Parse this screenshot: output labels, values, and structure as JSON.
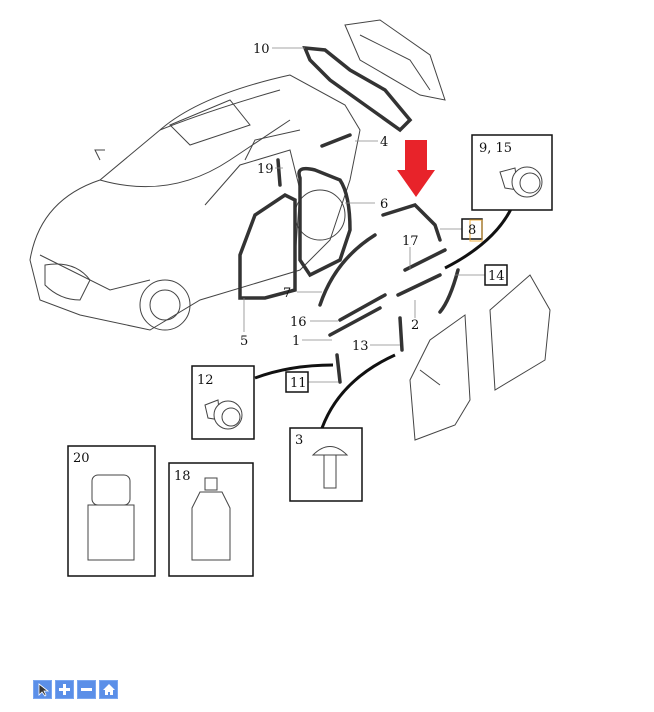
{
  "diagram": {
    "part_labels": {
      "p10": "10",
      "p4": "4",
      "p19": "19",
      "p6": "6",
      "p9_15": "9, 15",
      "p8": "8",
      "p17": "17",
      "p14": "14",
      "p7": "7",
      "p16": "16",
      "p5": "5",
      "p1": "1",
      "p2": "2",
      "p13": "13",
      "p12": "12",
      "p11": "11",
      "p3": "3",
      "p20": "20",
      "p18": "18"
    },
    "highlight_color": "#e8232a"
  },
  "toolbar": {
    "buttons": [
      {
        "name": "select-tool",
        "icon": "cursor-icon"
      },
      {
        "name": "zoom-in",
        "icon": "plus-icon"
      },
      {
        "name": "zoom-out",
        "icon": "minus-icon"
      },
      {
        "name": "home",
        "icon": "home-icon"
      }
    ]
  }
}
